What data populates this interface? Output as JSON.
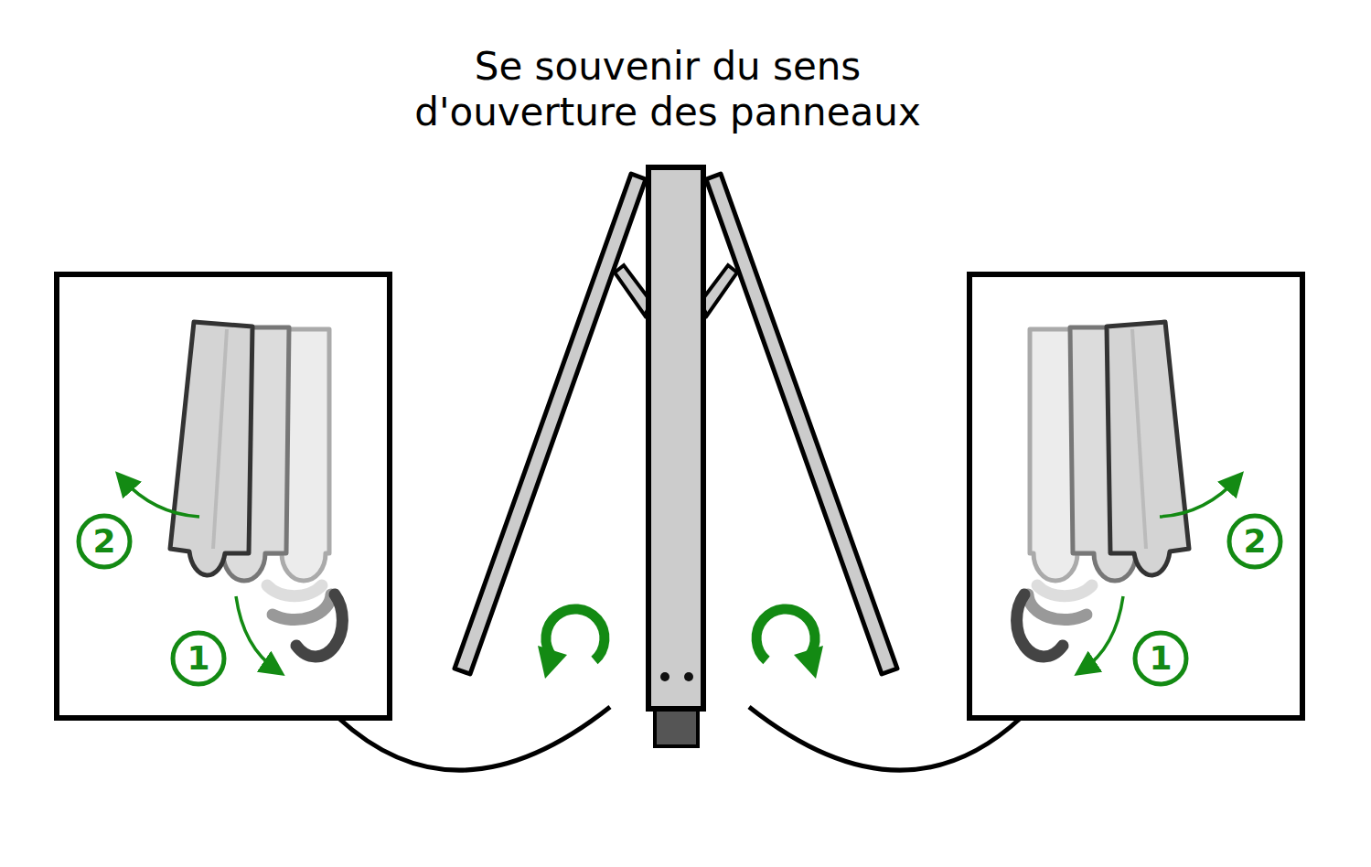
{
  "diagram": {
    "title": "Se souvenir du sens d'ouverture des panneaux",
    "labels": [
      "2",
      "1",
      "2",
      "1"
    ]
  }
}
